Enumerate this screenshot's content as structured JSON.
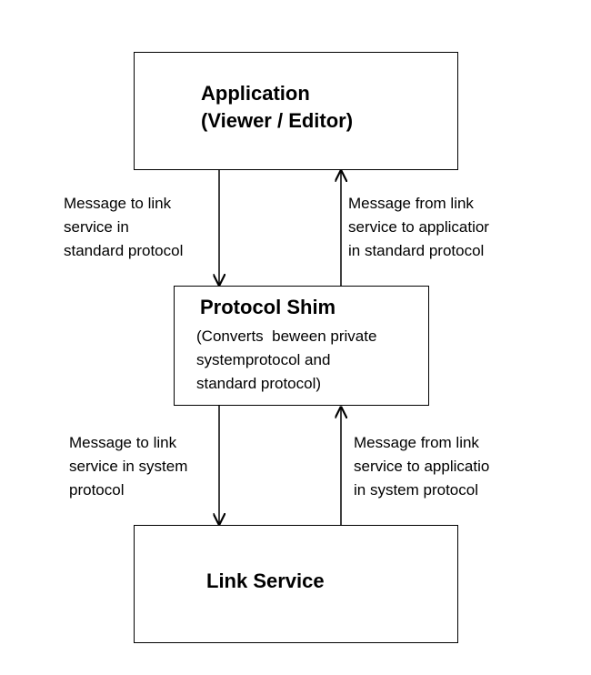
{
  "application_box": {
    "title_line1": "Application",
    "title_line2": "(Viewer / Editor)"
  },
  "shim_box": {
    "title": "Protocol Shim",
    "desc_line1": "(Converts  beween private",
    "desc_line2": "systemprotocol and",
    "desc_line3": "standard protocol)"
  },
  "link_service_box": {
    "title": "Link Service"
  },
  "arrows": {
    "app_to_shim": [
      "Message to link",
      "service in",
      "standard protocol"
    ],
    "shim_to_app": [
      "Message from link",
      "service to applicatior",
      "in standard protocol"
    ],
    "shim_to_link": [
      "Message to link",
      "service in system",
      "protocol"
    ],
    "link_to_shim": [
      "Message from link",
      "service to applicatio",
      "in system protocol"
    ]
  }
}
